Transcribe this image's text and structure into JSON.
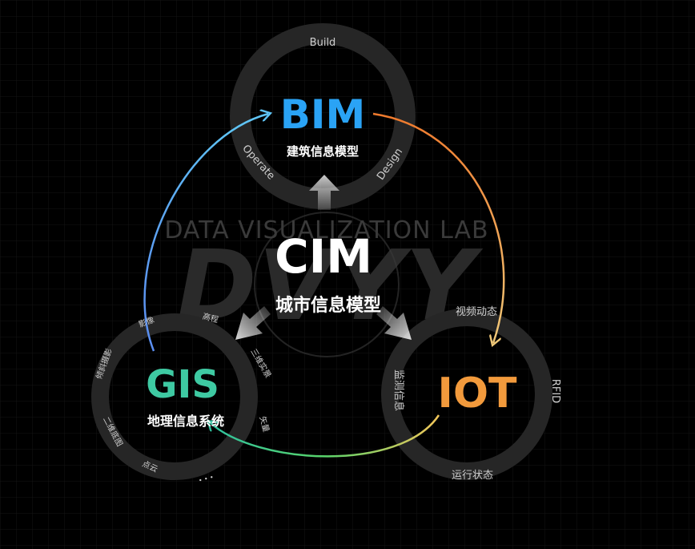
{
  "background": {
    "color": "#000000",
    "grid_color": "#141414",
    "grid": true
  },
  "colors": {
    "ring": "#262626",
    "bim": "#2aa3f5",
    "gis": "#3ec9a2",
    "iot": "#f29a3c",
    "watermark": "#3a3a3a"
  },
  "watermark": {
    "lab_text": "DATA VISUALIZATION LAB",
    "logo_text": "DVYY"
  },
  "center": {
    "title": "CIM",
    "subtitle": "城市信息模型"
  },
  "bim": {
    "title": "BIM",
    "subtitle": "建筑信息模型",
    "ring_labels": {
      "top": "Build",
      "left": "Operate",
      "right": "Design"
    }
  },
  "gis": {
    "title": "GIS",
    "subtitle": "地理信息系统",
    "ring_labels": {
      "image": "影像",
      "elevation": "高程",
      "oblique": "倾斜摄影",
      "model3d": "三维实景",
      "vector": "矢量",
      "model2d": "二维底图",
      "pointcloud": "点云",
      "more": "• • •"
    }
  },
  "iot": {
    "title": "IOT",
    "ring_labels": {
      "video": "视频动态",
      "monitor": "监测信息",
      "rfid": "RFID",
      "status": "运行状态"
    }
  }
}
